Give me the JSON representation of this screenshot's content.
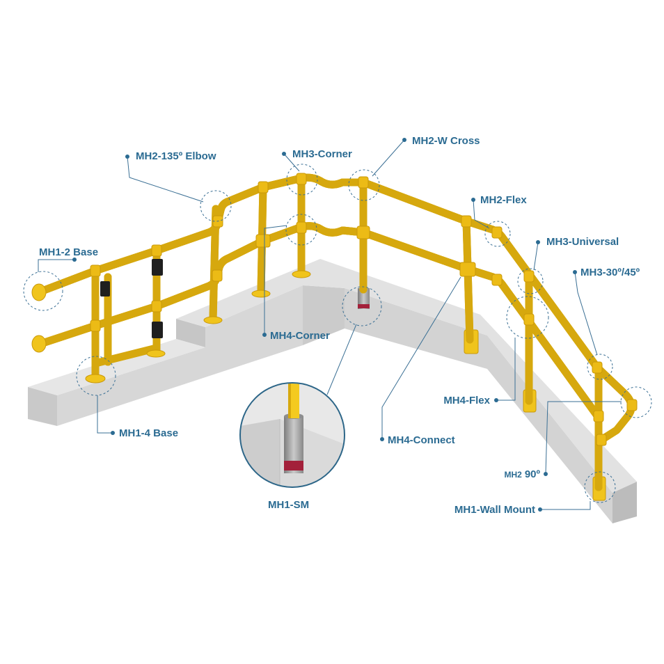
{
  "labels": {
    "mh2_135_elbow": "MH2-135º Elbow",
    "mh3_corner": "MH3-Corner",
    "mh2_w_cross": "MH2-W Cross",
    "mh2_flex": "MH2-Flex",
    "mh3_universal": "MH3-Universal",
    "mh3_30_45": "MH3-30º/45º",
    "mh1_2_base": "MH1-2 Base",
    "mh4_corner": "MH4-Corner",
    "mh1_4_base": "MH1-4 Base",
    "mh1_sm": "MH1-SM",
    "mh4_connect": "MH4-Connect",
    "mh4_flex": "MH4-Flex",
    "mh2_90_prefix": "MH2",
    "mh2_90_angle": "90º",
    "mh1_wall_mount": "MH1-Wall Mount"
  },
  "colors": {
    "label": "#2b6b92",
    "rail": "#f4ca20",
    "concrete": "#e2e2e2",
    "socket_ring": "#a3203a"
  }
}
